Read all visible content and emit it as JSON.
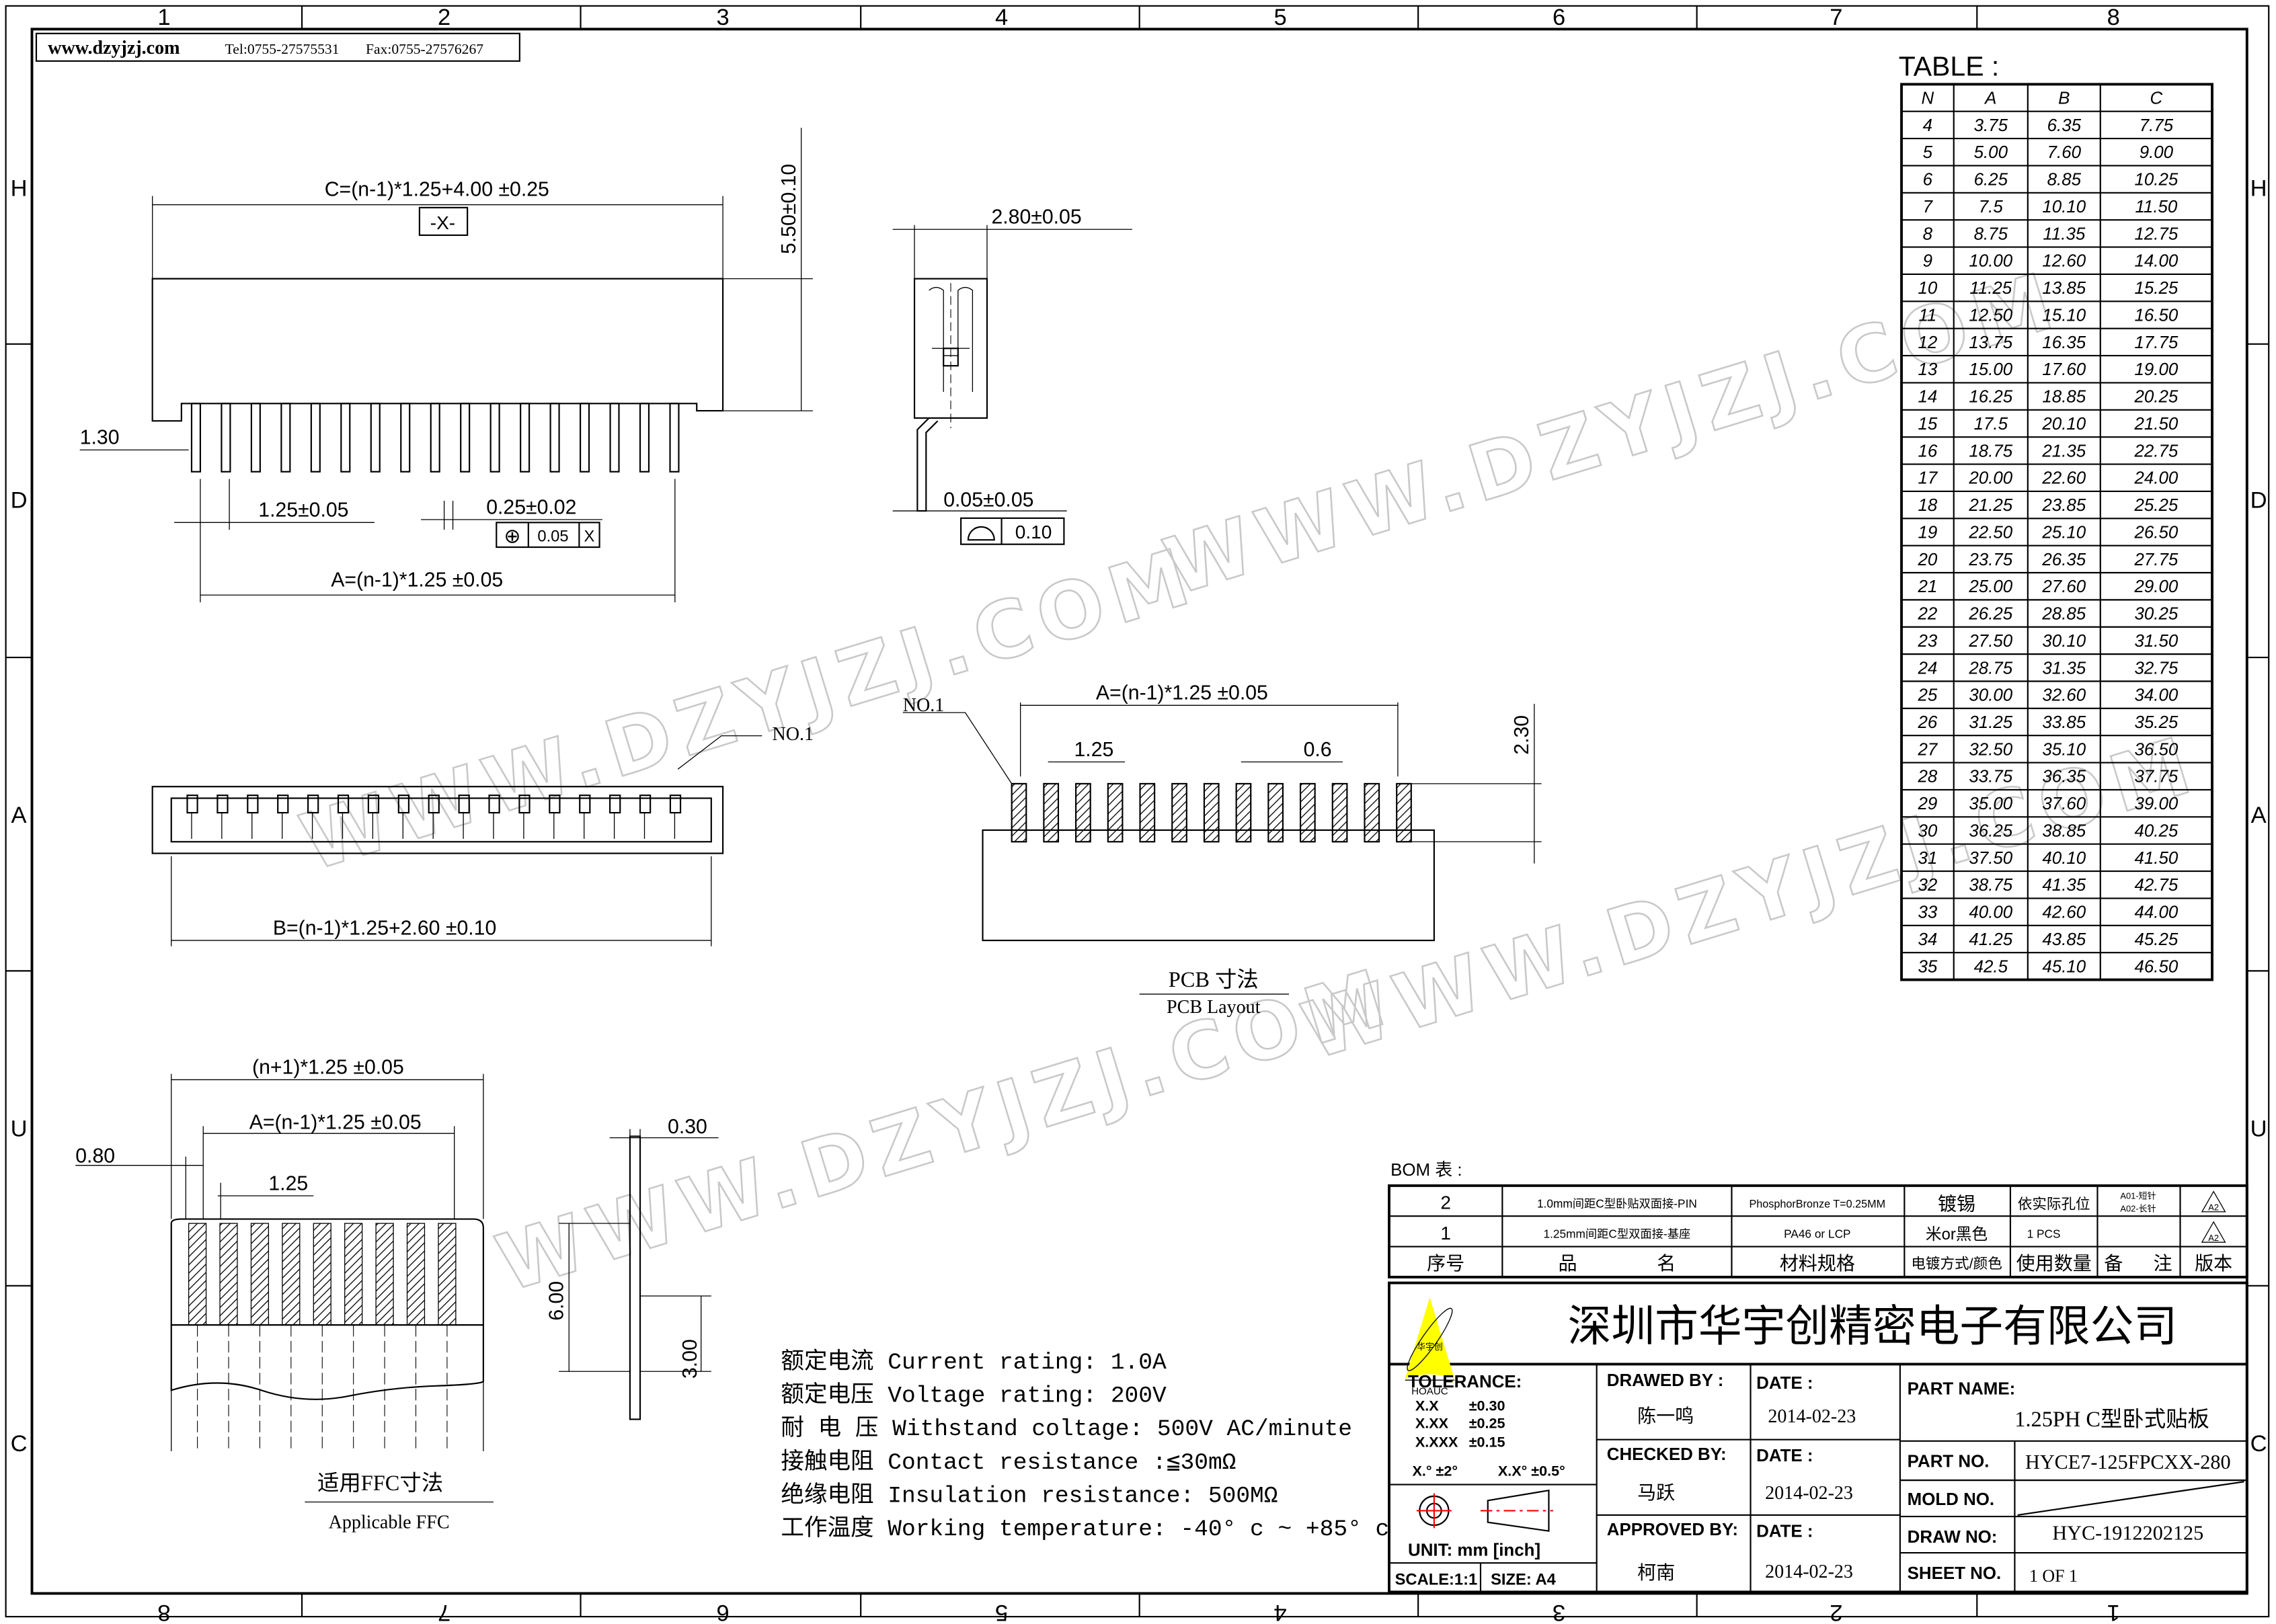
{
  "header": {
    "website": "www.dzyjzj.com",
    "tel": "Tel:0755-27575531",
    "fax": "Fax:0755-27576267"
  },
  "frame": {
    "columns": [
      "1",
      "2",
      "3",
      "4",
      "5",
      "6",
      "7",
      "8"
    ],
    "rows": [
      "H",
      "D",
      "A",
      "U",
      "C"
    ]
  },
  "watermark": {
    "text": "WWW.DZYJZJ.COM"
  },
  "top_view": {
    "dim_c": "C=(n-1)*1.25+4.00 ±0.25",
    "datum": "-X-",
    "dim_height": "5.50±0.10",
    "dim_130": "1.30",
    "dim_pitch": "1.25±0.05",
    "dim_pin_width": "0.25±0.02",
    "tol_symbol": "⊕",
    "tol_value": "0.05",
    "tol_datum": "X",
    "dim_a": "A=(n-1)*1.25 ±0.05"
  },
  "side_view": {
    "dim_width": "2.80±0.05",
    "dim_coplanarity": "0.05±0.05",
    "flat_symbol": "⌓",
    "flat_value": "0.10"
  },
  "front_view": {
    "no1": "NO.1",
    "dim_b": "B=(n-1)*1.25+2.60 ±0.10"
  },
  "pcb": {
    "no1": "NO.1",
    "dim_a": "A=(n-1)*1.25 ±0.05",
    "dim_pitch": "1.25",
    "dim_pad": "0.6",
    "dim_len": "2.30",
    "title_cn": "PCB  寸法",
    "title_en": "PCB Layout"
  },
  "ffc": {
    "dim_total": "(n+1)*1.25 ±0.05",
    "dim_a": "A=(n-1)*1.25 ±0.05",
    "dim_080": "0.80",
    "dim_pitch": "1.25",
    "dim_thick": "0.30",
    "dim_600": "6.00",
    "dim_300": "3.00",
    "title_cn": "适用FFC寸法",
    "title_en": "Applicable FFC"
  },
  "specs": [
    "额定电流 Current rating: 1.0A",
    "额定电压 Voltage rating: 200V",
    "耐 电 压 Withstand coltage: 500V AC/minute",
    "接触电阻 Contact resistance :≦30mΩ",
    "绝缘电阻 Insulation resistance: 500MΩ",
    "工作温度 Working temperature: -40° c ~ +85° c"
  ],
  "table": {
    "title": "TABLE  :",
    "headers": [
      "N",
      "A",
      "B",
      "C"
    ],
    "rows": [
      [
        "4",
        "3.75",
        "6.35",
        "7.75"
      ],
      [
        "5",
        "5.00",
        "7.60",
        "9.00"
      ],
      [
        "6",
        "6.25",
        "8.85",
        "10.25"
      ],
      [
        "7",
        "7.5",
        "10.10",
        "11.50"
      ],
      [
        "8",
        "8.75",
        "11.35",
        "12.75"
      ],
      [
        "9",
        "10.00",
        "12.60",
        "14.00"
      ],
      [
        "10",
        "11.25",
        "13.85",
        "15.25"
      ],
      [
        "11",
        "12.50",
        "15.10",
        "16.50"
      ],
      [
        "12",
        "13.75",
        "16.35",
        "17.75"
      ],
      [
        "13",
        "15.00",
        "17.60",
        "19.00"
      ],
      [
        "14",
        "16.25",
        "18.85",
        "20.25"
      ],
      [
        "15",
        "17.5",
        "20.10",
        "21.50"
      ],
      [
        "16",
        "18.75",
        "21.35",
        "22.75"
      ],
      [
        "17",
        "20.00",
        "22.60",
        "24.00"
      ],
      [
        "18",
        "21.25",
        "23.85",
        "25.25"
      ],
      [
        "19",
        "22.50",
        "25.10",
        "26.50"
      ],
      [
        "20",
        "23.75",
        "26.35",
        "27.75"
      ],
      [
        "21",
        "25.00",
        "27.60",
        "29.00"
      ],
      [
        "22",
        "26.25",
        "28.85",
        "30.25"
      ],
      [
        "23",
        "27.50",
        "30.10",
        "31.50"
      ],
      [
        "24",
        "28.75",
        "31.35",
        "32.75"
      ],
      [
        "25",
        "30.00",
        "32.60",
        "34.00"
      ],
      [
        "26",
        "31.25",
        "33.85",
        "35.25"
      ],
      [
        "27",
        "32.50",
        "35.10",
        "36.50"
      ],
      [
        "28",
        "33.75",
        "36.35",
        "37.75"
      ],
      [
        "29",
        "35.00",
        "37.60",
        "39.00"
      ],
      [
        "30",
        "36.25",
        "38.85",
        "40.25"
      ],
      [
        "31",
        "37.50",
        "40.10",
        "41.50"
      ],
      [
        "32",
        "38.75",
        "41.35",
        "42.75"
      ],
      [
        "33",
        "40.00",
        "42.60",
        "44.00"
      ],
      [
        "34",
        "41.25",
        "43.85",
        "45.25"
      ],
      [
        "35",
        "42.5",
        "45.10",
        "46.50"
      ]
    ]
  },
  "bom": {
    "title": "BOM 表 :",
    "rows": [
      {
        "no": "2",
        "name": "1.0mm间距C型卧贴双面接-PIN",
        "material": "PhosphorBronze T=0.25MM",
        "finish": "镀锡",
        "qty": "依实际孔位",
        "note1": "A01-短针",
        "note2": "A02-长针",
        "rev": "A2"
      },
      {
        "no": "1",
        "name": "1.25mm间距C型双面接-基座",
        "material": "PA46 or LCP",
        "finish": "米or黑色",
        "qty": "1 PCS",
        "note1": "",
        "note2": "",
        "rev": "A2"
      }
    ],
    "headers": {
      "no": "序号",
      "name_1": "品",
      "name_2": "名",
      "material": "材料规格",
      "finish": "电镀方式/颜色",
      "qty": "使用数量",
      "note_1": "备",
      "note_2": "注",
      "rev": "版本"
    }
  },
  "title_block": {
    "logo_cn": "华宇创",
    "logo_en": "HOAUC",
    "company": "深圳市华宇创精密电子有限公司",
    "tolerance_label": "TOLERANCE:",
    "tolerances": [
      [
        "X.X",
        "±0.30"
      ],
      [
        "X.XX",
        "±0.25"
      ],
      [
        "X.XXX",
        "±0.15"
      ]
    ],
    "angle_tol_1": "X.° ±2°",
    "angle_tol_2": "X.X° ±0.5°",
    "unit": "UNIT:  mm  [inch]",
    "scale": "SCALE:1:1",
    "size": "SIZE:  A4",
    "drawed_by_label": "DRAWED BY :",
    "drawed_by": "陈一鸣",
    "checked_by_label": "CHECKED BY:",
    "checked_by": "马跃",
    "approved_by_label": "APPROVED BY:",
    "approved_by": "柯南",
    "date_label": "DATE :",
    "date_drawed": "2014-02-23",
    "date_checked": "2014-02-23",
    "date_approved": "2014-02-23",
    "part_name_label": "PART NAME:",
    "part_name": "1.25PH C型卧式贴板",
    "part_no_label": "PART NO.",
    "part_no": "HYCE7-125FPCXX-280",
    "mold_no_label": "MOLD NO.",
    "draw_no_label": "DRAW NO:",
    "draw_no": "HYC-1912202125",
    "sheet_no_label": "SHEET NO.",
    "sheet_no": "1 OF 1"
  },
  "colors": {
    "line": "#000000",
    "logo_yellow": "#ffff00",
    "center_red": "#ff0000",
    "watermark": "#c9c9c9"
  }
}
